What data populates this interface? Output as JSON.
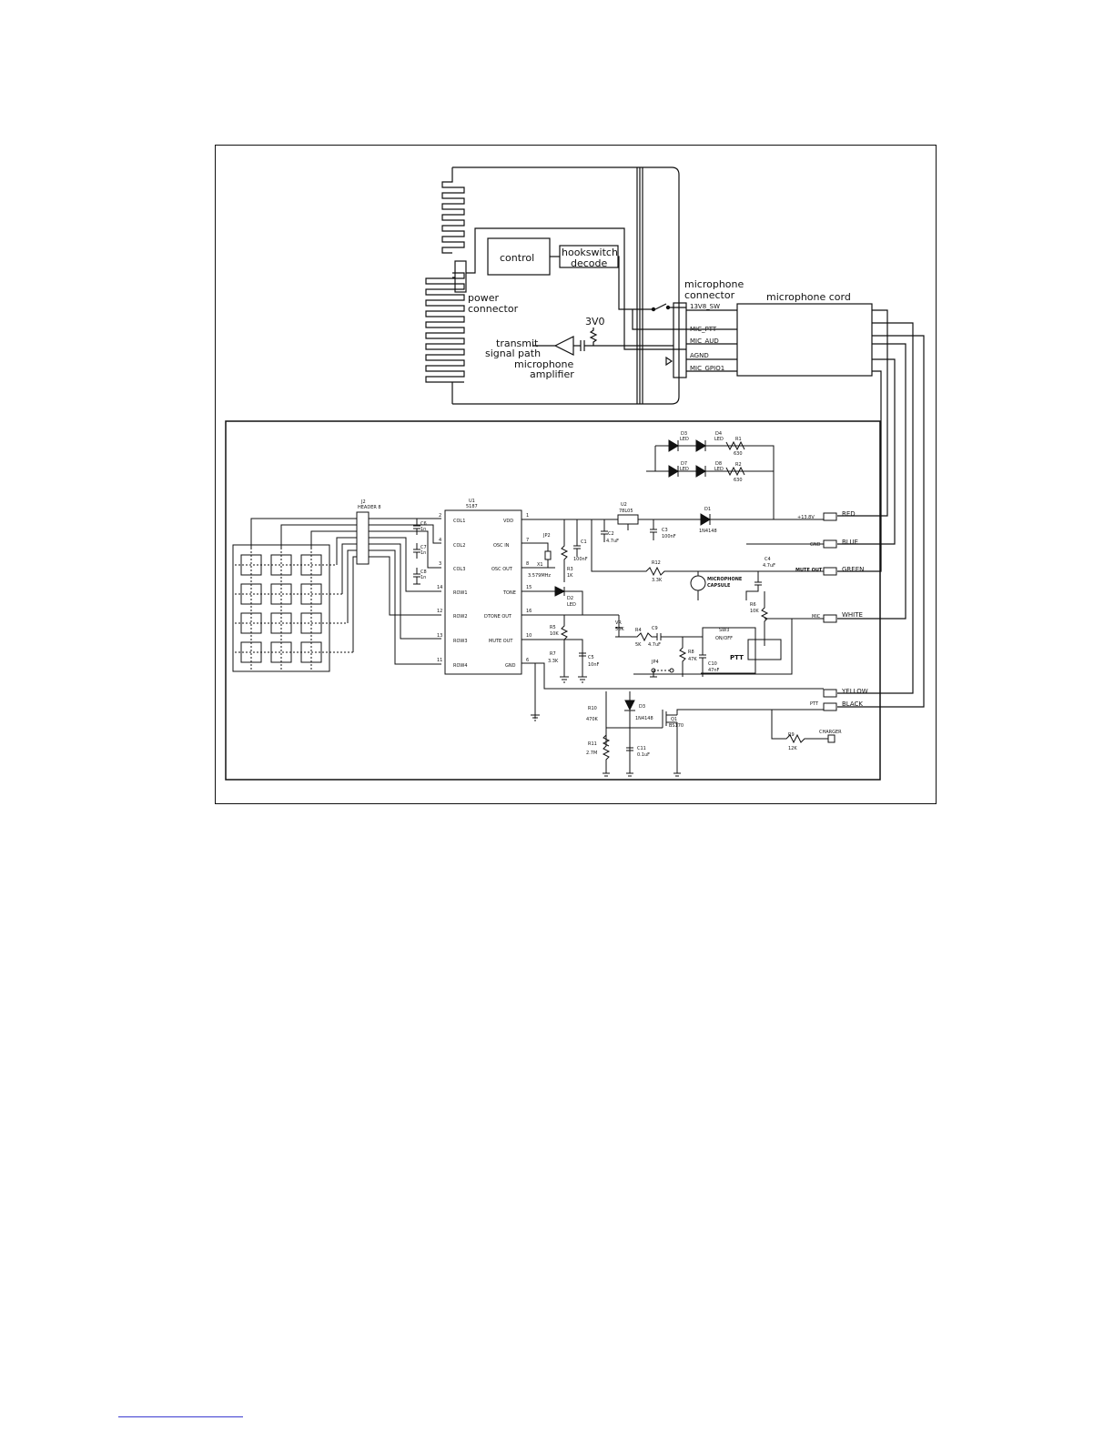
{
  "upper": {
    "control": "control",
    "hookswitch_line1": "hookswitch",
    "hookswitch_line2": "decode",
    "power_line1": "power",
    "power_line2": "connector",
    "mic_connector_line1": "microphone",
    "mic_connector_line2": "connector",
    "mic_cord": "microphone cord",
    "v3": "3V0",
    "transmit_line1": "transmit",
    "transmit_line2": "signal path",
    "amp_line1": "microphone",
    "amp_line2": "amplifier",
    "pins": [
      "13V8_SW",
      "MIC_PTT",
      "MIC_AUD",
      "AGND",
      "MIC_GPIO1"
    ]
  },
  "lower": {
    "header_ref": "J2",
    "header_name": "HEADER 8",
    "ic_ref": "U1",
    "ic_part": "5187",
    "ic_left_pins": [
      "COL1",
      "COL2",
      "COL3",
      "ROW1",
      "ROW2",
      "ROW3",
      "ROW4"
    ],
    "ic_left_nums": [
      "2",
      "4",
      "3",
      "14",
      "12",
      "13",
      "11"
    ],
    "ic_right_pins": [
      "VDD",
      "OSC IN",
      "OSC OUT",
      "TONE",
      "DTONE OUT",
      "MUTE OUT",
      "GND"
    ],
    "ic_right_nums": [
      "1",
      "7",
      "8",
      "15",
      "16",
      "10",
      "6"
    ],
    "caps_left": [
      [
        "C6",
        "1n"
      ],
      [
        "C7",
        "1n"
      ],
      [
        "C8",
        "1n"
      ]
    ],
    "led_labels": [
      [
        "D3",
        "LED"
      ],
      [
        "D4",
        "LED"
      ],
      [
        "D7",
        "LED"
      ],
      [
        "D8",
        "LED"
      ]
    ],
    "res_top": [
      [
        "R1",
        "630"
      ],
      [
        "R2",
        "630"
      ]
    ],
    "reg_ref": "U2",
    "reg_part": "78L05",
    "diode_top": [
      "D1",
      "1N4148"
    ],
    "c1": [
      "C1",
      "100nF"
    ],
    "c2": [
      "C2",
      "4.7uF"
    ],
    "c3": [
      "C3",
      "100nF"
    ],
    "jp2": "JP2",
    "x1": [
      "X1",
      "3.579MHz"
    ],
    "r3": [
      "R3",
      "1K"
    ],
    "d2": [
      "D2",
      "LED"
    ],
    "r12": [
      "R12",
      "3.3K"
    ],
    "mic_cap_line1": "MICROPHONE",
    "mic_cap_line2": "CAPSULE",
    "c4": [
      "C4",
      "4.7uF"
    ],
    "r5": [
      "R5",
      "10K"
    ],
    "r7": [
      "R7",
      "3.3K"
    ],
    "c5": [
      "C5",
      "10nF"
    ],
    "vr": [
      "VR",
      "50K"
    ],
    "r4": [
      "R4",
      "5K"
    ],
    "c9": [
      "C9",
      "4.7uF"
    ],
    "r8": [
      "R8",
      "47K"
    ],
    "r6": [
      "R6",
      "10K"
    ],
    "sw": [
      "SW3",
      "ON/OFF"
    ],
    "ptt": "PTT",
    "jp4": "JP4",
    "c10": [
      "C10",
      "47nF"
    ],
    "r10": [
      "R10",
      "470K"
    ],
    "r11": [
      "R11",
      "2.7M"
    ],
    "d3": [
      "D3",
      "1N4148"
    ],
    "q1": [
      "Q1",
      "BS170"
    ],
    "c11": [
      "C11",
      "0.1uF"
    ],
    "r9": [
      "R9",
      "12K"
    ],
    "charger": "CHARGER",
    "net_labels": [
      "+13.8V",
      "GND",
      "MUTE OUT",
      "MIC",
      "PTT"
    ],
    "wire_colors": [
      "RED",
      "BLUE",
      "GREEN",
      "WHITE",
      "YELLOW",
      "BLACK"
    ]
  }
}
